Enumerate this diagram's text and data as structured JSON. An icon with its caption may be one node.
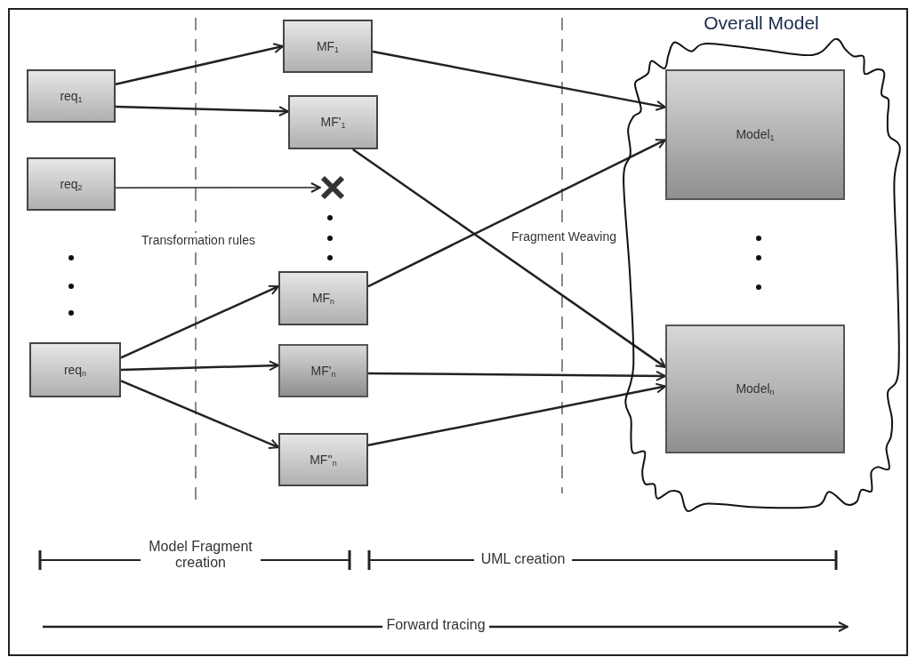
{
  "diagram": {
    "nodes": [
      {
        "text": [
          "req$_{1}$"
        ]
      },
      {
        "text": [
          "req$_{2}$"
        ]
      },
      {
        "text": [
          "req$_{n}$"
        ]
      },
      {
        "text": [
          "MF$_{1}$"
        ]
      },
      {
        "text": [
          "MF'$_{1}$"
        ]
      },
      {
        "text": [],
        "shape": "cross"
      },
      {
        "text": [
          "MF$_{n}$"
        ]
      },
      {
        "text": [
          "MF'$_{n}$"
        ]
      },
      {
        "text": [
          "MF''$_{n}$"
        ]
      },
      {
        "text": [
          "Overall Model"
        ]
      },
      {
        "text": [
          "Model$_{1}$"
        ],
        "in": 9
      },
      {
        "text": [
          "Model$_{n}$"
        ],
        "in": 9
      }
    ],
    "edges": [
      {
        "from": 0,
        "to": 3,
        "arrow": "to"
      },
      {
        "from": 0,
        "to": 4,
        "arrow": "to"
      },
      {
        "from": 1,
        "to": 5,
        "arrow": "to"
      },
      {
        "from": 2,
        "to": 6,
        "arrow": "to"
      },
      {
        "from": 2,
        "to": 7,
        "arrow": "to"
      },
      {
        "from": 2,
        "to": 8,
        "arrow": "to"
      },
      {
        "from": 3,
        "to": 10,
        "arrow": "to"
      },
      {
        "from": 4,
        "to": 11,
        "arrow": "to"
      },
      {
        "from": 6,
        "to": 10,
        "arrow": "to"
      },
      {
        "from": 7,
        "to": 11,
        "arrow": "to"
      },
      {
        "from": 8,
        "to": 11,
        "arrow": "to"
      }
    ],
    "labels": [
      "Transformation rules",
      "Fragment Weaving",
      "Model Fragment creation",
      "UML creation",
      "Forward tracing"
    ]
  }
}
